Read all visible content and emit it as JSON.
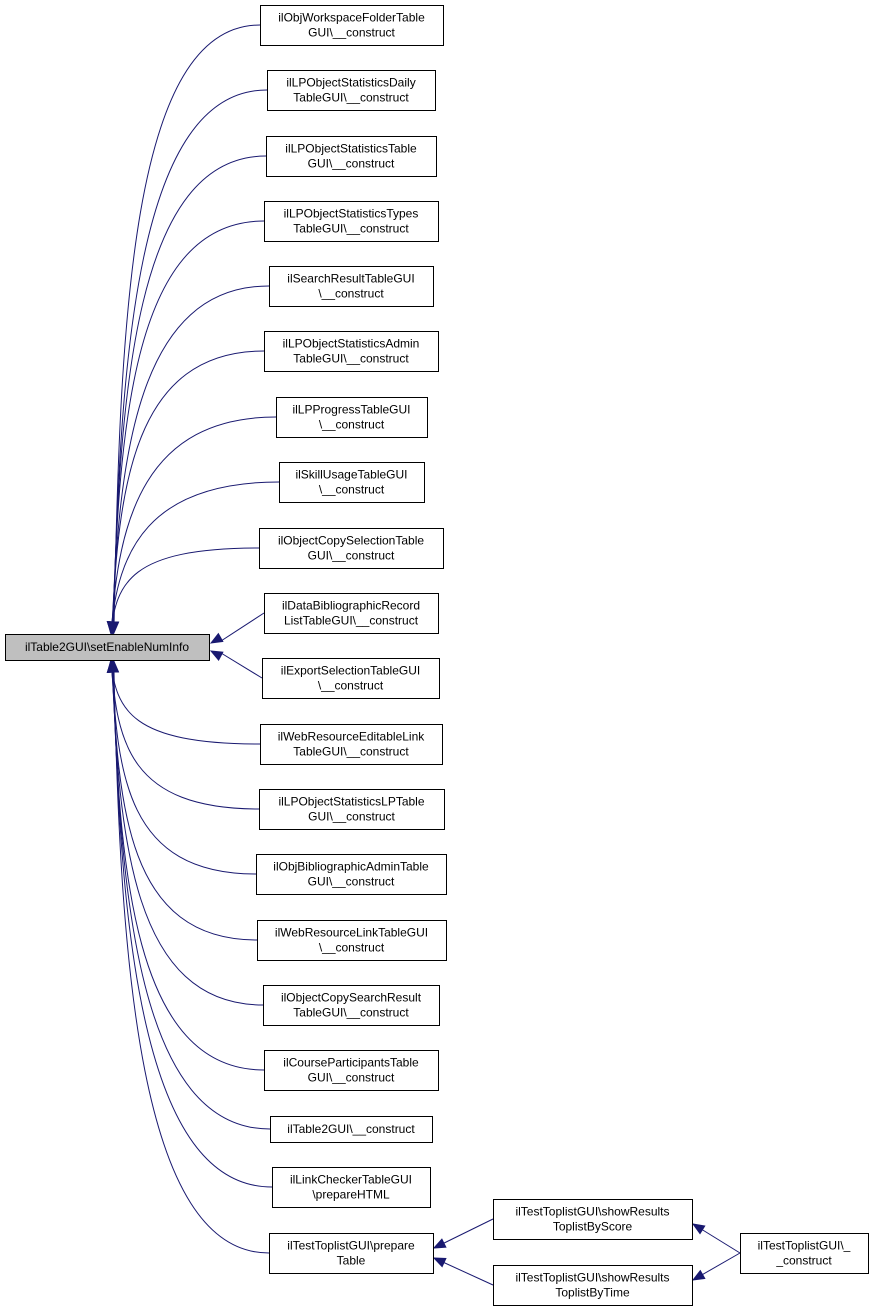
{
  "diagram": {
    "root": {
      "id": "root",
      "lines": [
        "ilTable2GUI\\setEnableNumInfo"
      ]
    },
    "nodes": [
      {
        "id": "n1",
        "lines": [
          "ilObjWorkspaceFolderTable",
          "GUI\\__construct"
        ]
      },
      {
        "id": "n2",
        "lines": [
          "ilLPObjectStatisticsDaily",
          "TableGUI\\__construct"
        ]
      },
      {
        "id": "n3",
        "lines": [
          "ilLPObjectStatisticsTable",
          "GUI\\__construct"
        ]
      },
      {
        "id": "n4",
        "lines": [
          "ilLPObjectStatisticsTypes",
          "TableGUI\\__construct"
        ]
      },
      {
        "id": "n5",
        "lines": [
          "ilSearchResultTableGUI",
          "\\__construct"
        ]
      },
      {
        "id": "n6",
        "lines": [
          "ilLPObjectStatisticsAdmin",
          "TableGUI\\__construct"
        ]
      },
      {
        "id": "n7",
        "lines": [
          "ilLPProgressTableGUI",
          "\\__construct"
        ]
      },
      {
        "id": "n8",
        "lines": [
          "ilSkillUsageTableGUI",
          "\\__construct"
        ]
      },
      {
        "id": "n9",
        "lines": [
          "ilObjectCopySelectionTable",
          "GUI\\__construct"
        ]
      },
      {
        "id": "n10",
        "lines": [
          "ilDataBibliographicRecord",
          "ListTableGUI\\__construct"
        ]
      },
      {
        "id": "n11",
        "lines": [
          "ilExportSelectionTableGUI",
          "\\__construct"
        ]
      },
      {
        "id": "n12",
        "lines": [
          "ilWebResourceEditableLink",
          "TableGUI\\__construct"
        ]
      },
      {
        "id": "n13",
        "lines": [
          "ilLPObjectStatisticsLPTable",
          "GUI\\__construct"
        ]
      },
      {
        "id": "n14",
        "lines": [
          "ilObjBibliographicAdminTable",
          "GUI\\__construct"
        ]
      },
      {
        "id": "n15",
        "lines": [
          "ilWebResourceLinkTableGUI",
          "\\__construct"
        ]
      },
      {
        "id": "n16",
        "lines": [
          "ilObjectCopySearchResult",
          "TableGUI\\__construct"
        ]
      },
      {
        "id": "n17",
        "lines": [
          "ilCourseParticipantsTable",
          "GUI\\__construct"
        ]
      },
      {
        "id": "n18",
        "lines": [
          "ilTable2GUI\\__construct"
        ]
      },
      {
        "id": "n19",
        "lines": [
          "ilLinkCheckerTableGUI",
          "\\prepareHTML"
        ]
      },
      {
        "id": "n20",
        "lines": [
          "ilTestToplistGUI\\prepare",
          "Table"
        ]
      },
      {
        "id": "n21",
        "lines": [
          "ilTestToplistGUI\\showResults",
          "ToplistByScore"
        ]
      },
      {
        "id": "n22",
        "lines": [
          "ilTestToplistGUI\\showResults",
          "ToplistByTime"
        ]
      },
      {
        "id": "n23",
        "lines": [
          "ilTestToplistGUI\\_",
          "_construct"
        ]
      }
    ],
    "edges": [
      {
        "from": "n1",
        "to": "root"
      },
      {
        "from": "n2",
        "to": "root"
      },
      {
        "from": "n3",
        "to": "root"
      },
      {
        "from": "n4",
        "to": "root"
      },
      {
        "from": "n5",
        "to": "root"
      },
      {
        "from": "n6",
        "to": "root"
      },
      {
        "from": "n7",
        "to": "root"
      },
      {
        "from": "n8",
        "to": "root"
      },
      {
        "from": "n9",
        "to": "root"
      },
      {
        "from": "n10",
        "to": "root"
      },
      {
        "from": "n11",
        "to": "root"
      },
      {
        "from": "n12",
        "to": "root"
      },
      {
        "from": "n13",
        "to": "root"
      },
      {
        "from": "n14",
        "to": "root"
      },
      {
        "from": "n15",
        "to": "root"
      },
      {
        "from": "n16",
        "to": "root"
      },
      {
        "from": "n17",
        "to": "root"
      },
      {
        "from": "n18",
        "to": "root"
      },
      {
        "from": "n19",
        "to": "root"
      },
      {
        "from": "n20",
        "to": "root"
      },
      {
        "from": "n21",
        "to": "n20"
      },
      {
        "from": "n22",
        "to": "n20"
      },
      {
        "from": "n23",
        "to": "n21"
      },
      {
        "from": "n23",
        "to": "n22"
      }
    ],
    "colors": {
      "edge": "#191970",
      "root_fill": "#bfbfbf",
      "node_fill": "#ffffff",
      "border": "#000000"
    }
  }
}
